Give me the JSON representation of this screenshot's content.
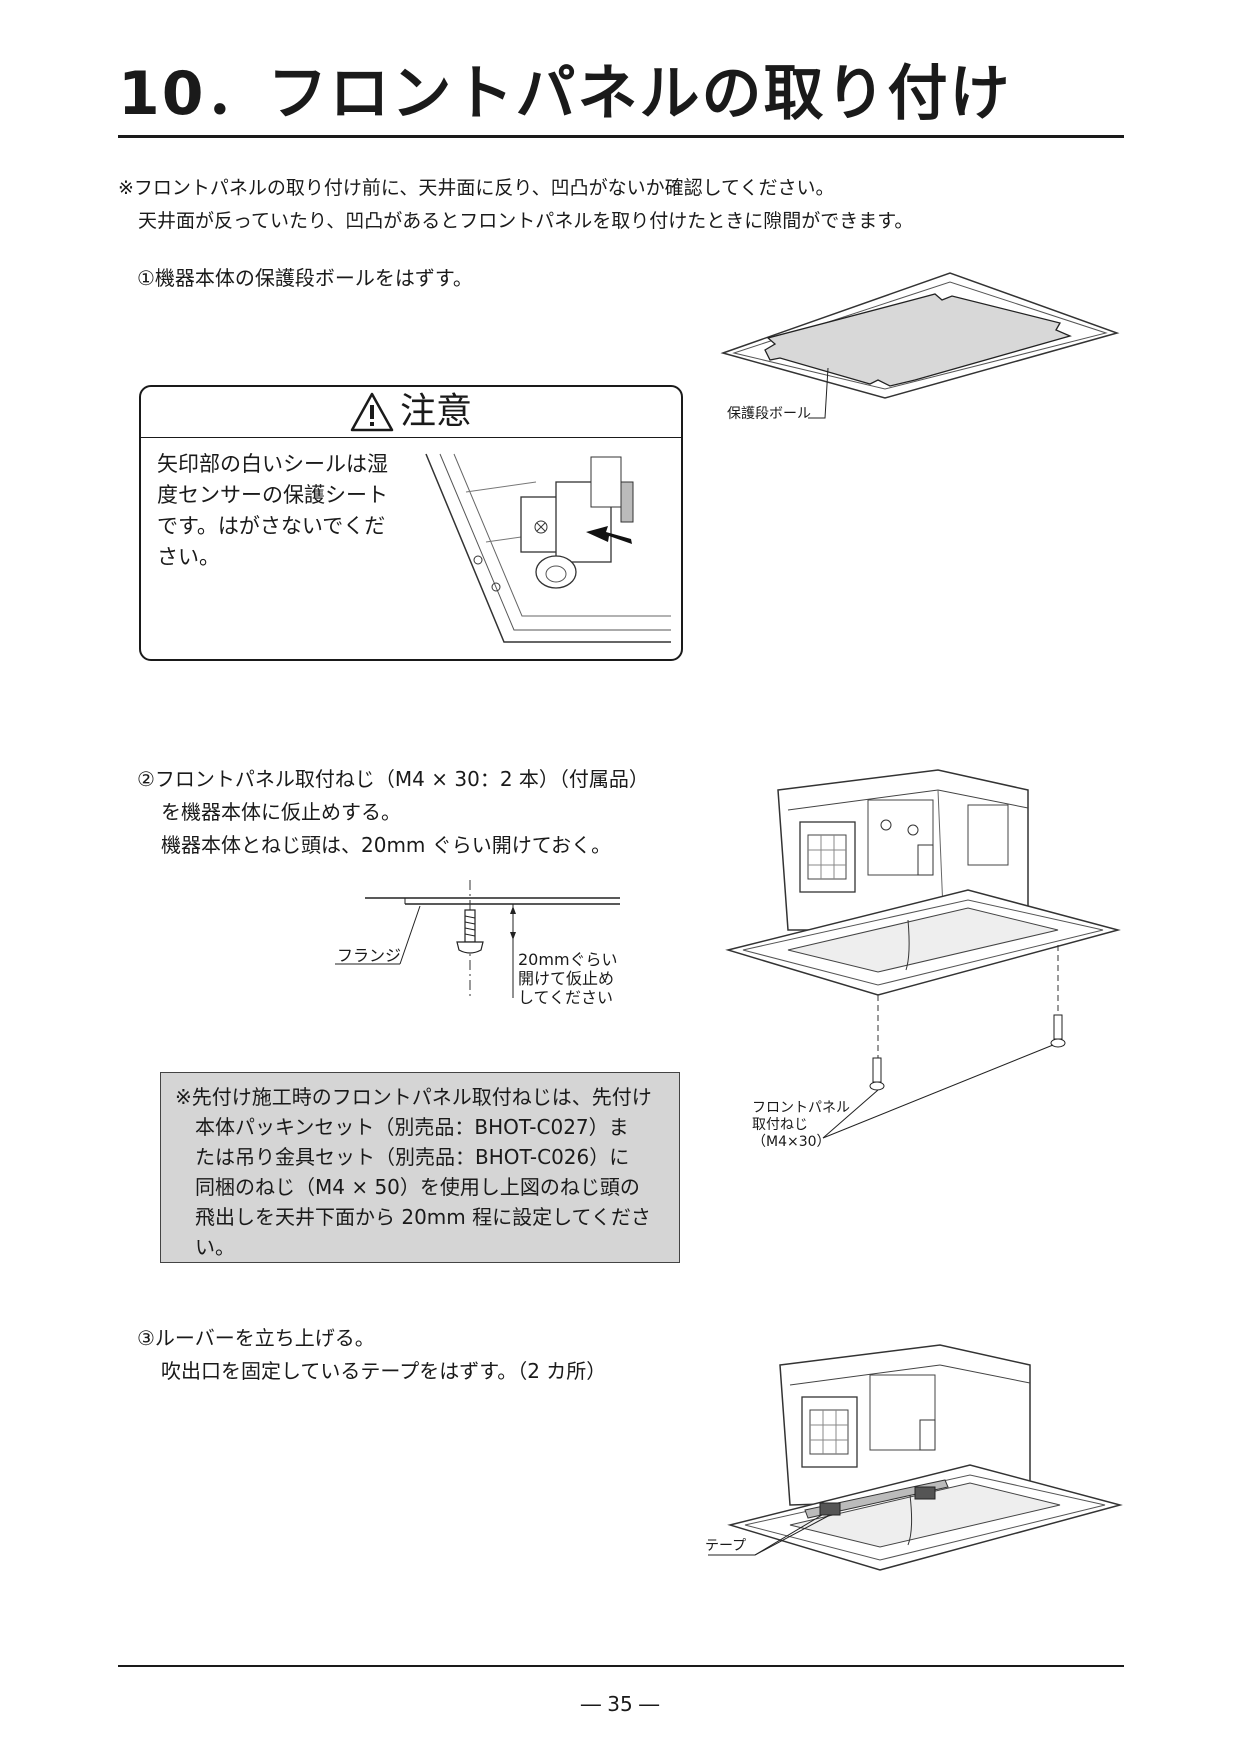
{
  "header": {
    "title": "10．フロントパネルの取り付け"
  },
  "note": {
    "line1": "※フロントパネルの取り付け前に、天井面に反り、凹凸がないか確認してください。",
    "line2": "天井面が反っていたり、凹凸があるとフロントパネルを取り付けたときに隙間ができます。"
  },
  "step1": {
    "text": "①機器本体の保護段ボールをはずす。",
    "figure_label": "保護段ボール"
  },
  "caution": {
    "title": "注意",
    "text": "矢印部の白いシールは湿度センサーの保護シートです。はがさないでください。"
  },
  "step2": {
    "line1": "②フロントパネル取付ねじ（M4 × 30：2 本）（付属品）",
    "line2": "を機器本体に仮止めする。",
    "line3": "機器本体とねじ頭は、20mm ぐらい開けておく。",
    "flange_label": "フランジ",
    "gap_label_1": "20mmぐらい",
    "gap_label_2": "開けて仮止め",
    "gap_label_3": "してください",
    "screw_label_1": "フロントパネル",
    "screw_label_2": "取付ねじ",
    "screw_label_3": "（M4×30）"
  },
  "gray_note": {
    "line1": "※先付け施工時のフロントパネル取付ねじは、先付け",
    "line2": "本体パッキンセット（別売品：BHOT-C027）ま",
    "line3": "たは吊り金具セット（別売品：BHOT-C026）に",
    "line4": "同梱のねじ（M4 × 50）を使用し上図のねじ頭の",
    "line5": "飛出しを天井下面から 20mm 程に設定してくださ",
    "line6": "い。"
  },
  "step3": {
    "line1": "③ルーバーを立ち上げる。",
    "line2": "吹出口を固定しているテープをはずす。（2 カ所）",
    "tape_label": "テープ"
  },
  "footer": {
    "page": "― 35 ―"
  }
}
